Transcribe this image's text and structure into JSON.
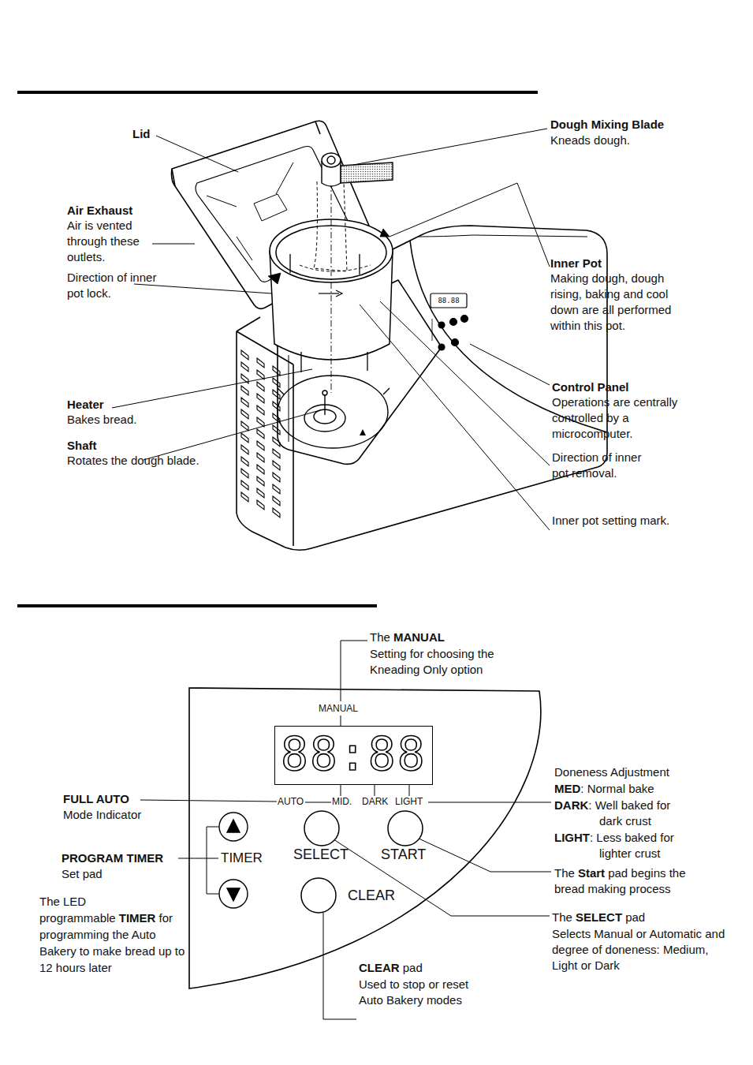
{
  "diagram": {
    "nodes": [
      {
        "text": [
          "88:88"
        ]
      },
      {
        "text": [
          "SELECT"
        ]
      },
      {
        "text": [
          "START"
        ]
      },
      {
        "text": [
          "CLEAR"
        ]
      }
    ],
    "labels": [
      "Lid",
      "Air Exhaust",
      "Air is vented through these outlets.",
      "Direction of inner pot lock.",
      "Heater",
      "Bakes bread.",
      "Shaft",
      "Rotates the dough blade.",
      "Dough Mixing Blade",
      "Kneads dough.",
      "Inner Pot",
      "Making dough, dough rising, baking and cool down are all performed within this pot.",
      "Control Panel",
      "Operations are centrally controlled by a microcomputer.",
      "Direction of inner pot removal.",
      "Inner pot setting mark.",
      "88.88",
      "The",
      "MANUAL",
      "Setting for choosing the Kneading Only option",
      "MANUAL",
      "AUTO",
      "MID.",
      "DARK",
      "LIGHT",
      "TIMER",
      "FULL AUTO",
      "Mode Indicator",
      "PROGRAM TIMER",
      "Set pad",
      "The LED programmable",
      "TIMER",
      "for programming the Auto Bakery to make bread up to 12 hours later",
      "Doneness Adjustment",
      "MED",
      ": Normal bake",
      "DARK",
      ": Well baked for dark crust",
      "LIGHT",
      ": Less baked for lighter crust",
      "The",
      "Start",
      "pad begins the bread making process",
      "The",
      "SELECT",
      "pad",
      "Selects Manual or Automatic and degree of doneness: Medium, Light or Dark",
      "CLEAR",
      "pad",
      "Used to stop or reset Auto Bakery modes"
    ]
  }
}
